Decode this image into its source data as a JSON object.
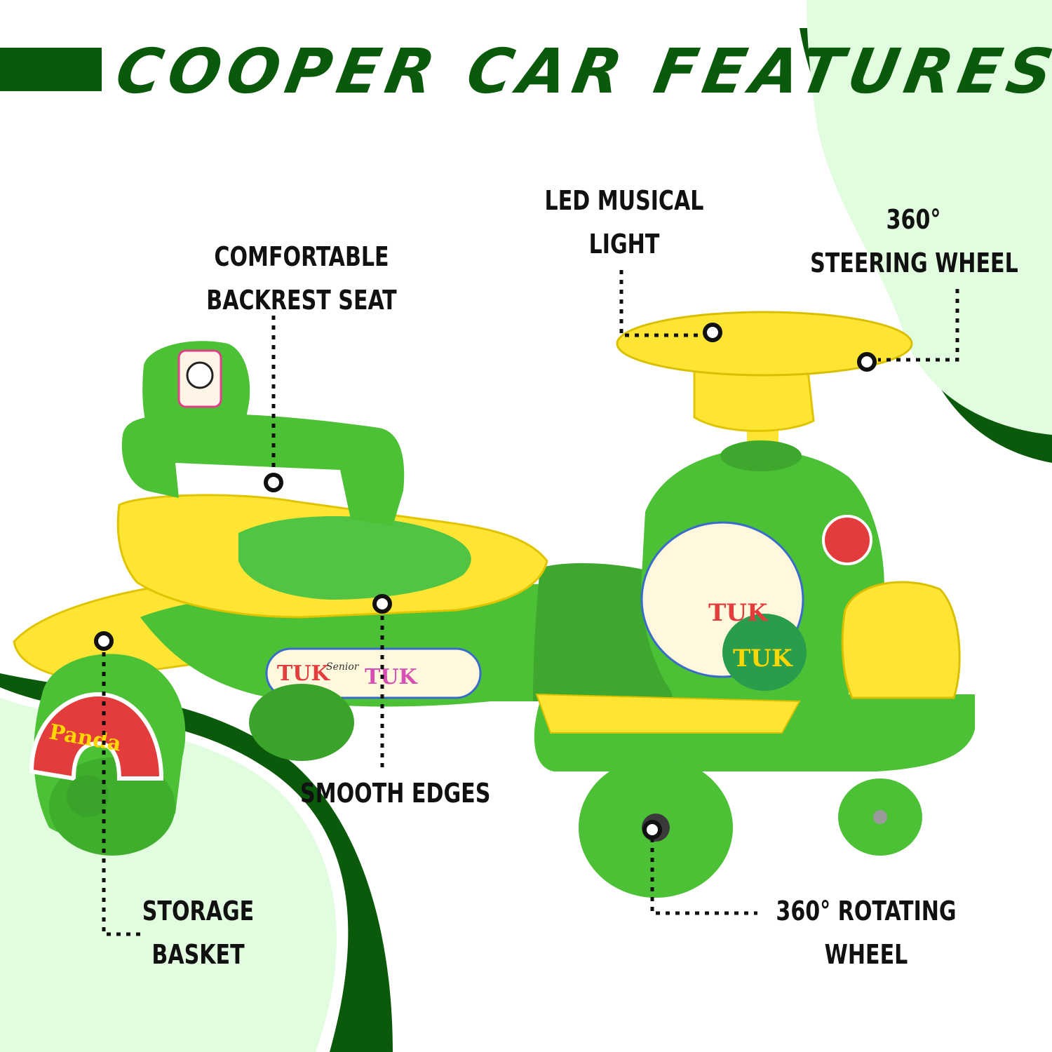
{
  "title": "COOPER CAR FEATURES",
  "colors": {
    "dark_green": "#0b5a0b",
    "pale_green": "#e2fce0",
    "toy_green": "#4cc136",
    "toy_yellow": "#ffe533",
    "text": "#111111"
  },
  "features": {
    "backrest": [
      "COMFORTABLE",
      "BACKREST SEAT"
    ],
    "led": [
      "LED MUSICAL",
      "LIGHT"
    ],
    "steering": [
      "360°",
      "STEERING WHEEL"
    ],
    "edges": [
      "SMOOTH EDGES"
    ],
    "basket": [
      "STORAGE",
      "BASKET"
    ],
    "wheel": [
      "360° ROTATING",
      "WHEEL"
    ]
  },
  "stickers": {
    "brand": "Panda",
    "tuk": "TUK",
    "senior": "Senior"
  }
}
